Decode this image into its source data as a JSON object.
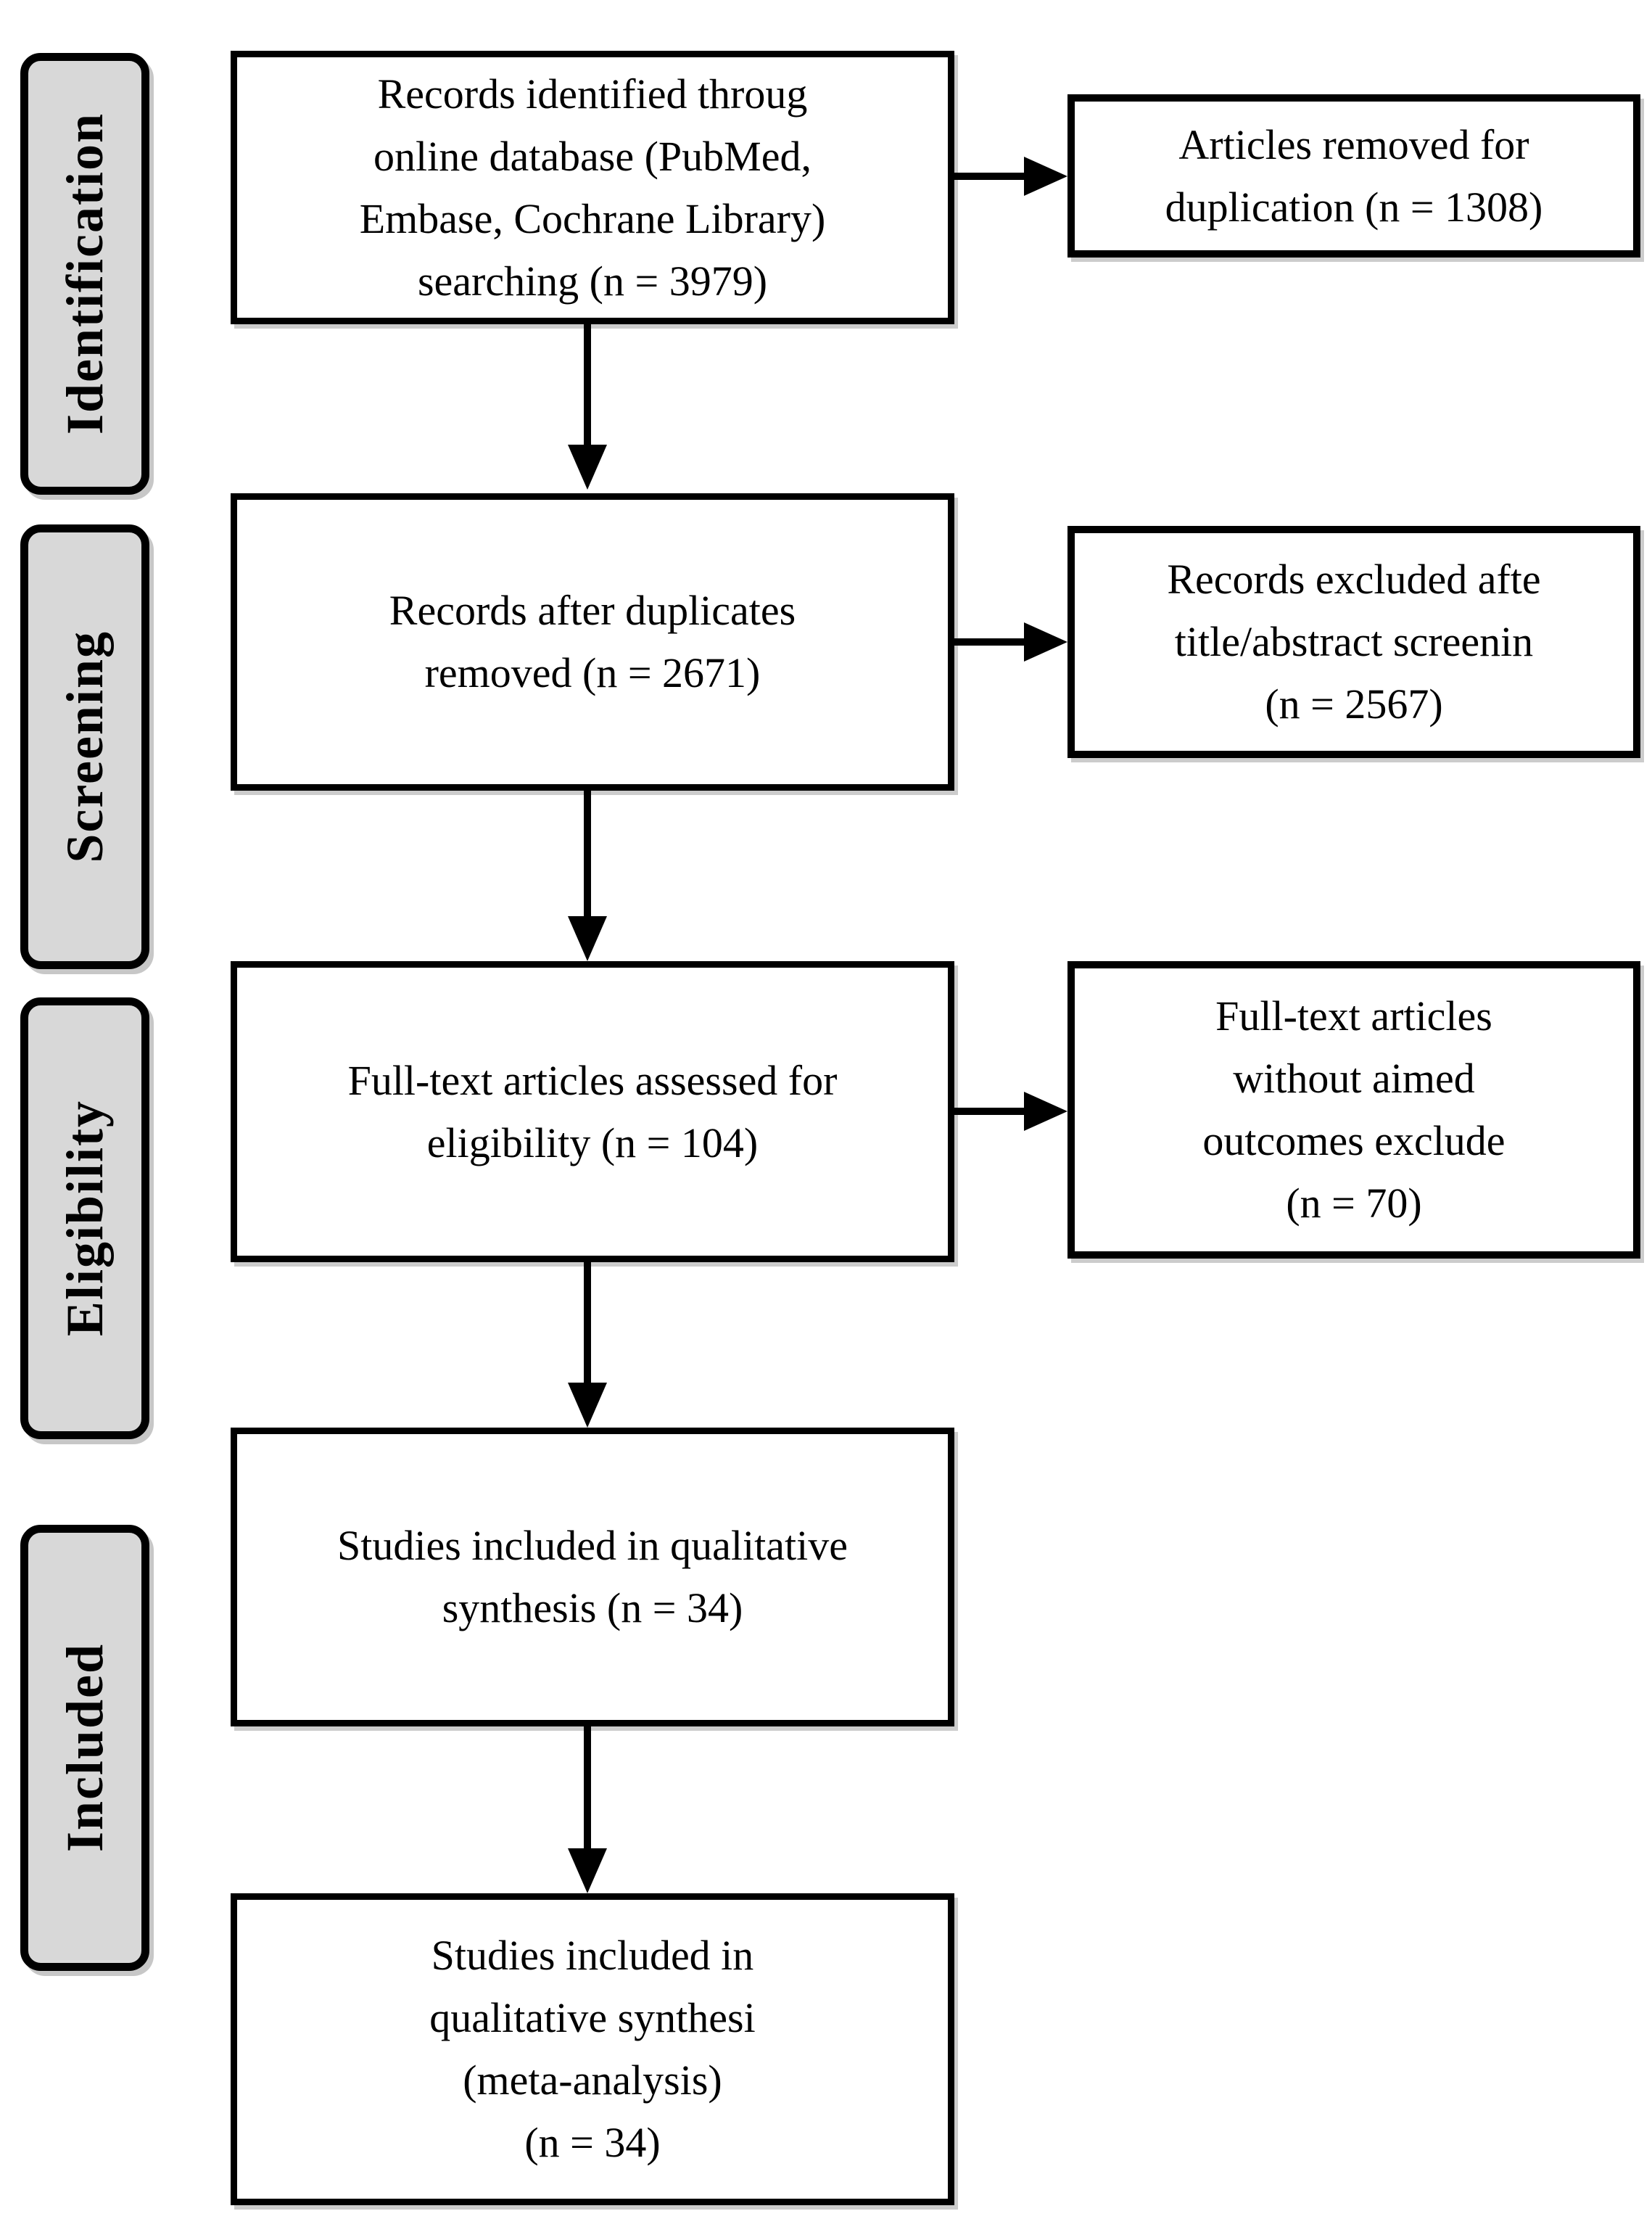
{
  "colors": {
    "stage_fill": "#d8d8d8",
    "box_fill": "#ffffff",
    "line_color": "#000000"
  },
  "stages": [
    {
      "label": "Identification"
    },
    {
      "label": "Screening"
    },
    {
      "label": "Eligibility"
    },
    {
      "label": "Included"
    }
  ],
  "flow_boxes": [
    {
      "lines": [
        "Records identified throug",
        "online database (PubMed,",
        "Embase, Cochrane Library)",
        "searching (n = 3979)"
      ]
    },
    {
      "lines": [
        "Records after duplicates",
        "removed (n = 2671)"
      ]
    },
    {
      "lines": [
        "Full-text articles assessed for",
        "eligibility (n = 104)"
      ]
    },
    {
      "lines": [
        "Studies included in qualitative",
        "synthesis (n = 34)"
      ]
    },
    {
      "lines": [
        "Studies included in",
        "qualitative synthesi",
        "(meta-analysis)",
        "(n = 34)"
      ]
    }
  ],
  "side_boxes": [
    {
      "lines": [
        "Articles removed for",
        "duplication (n = 1308)"
      ]
    },
    {
      "lines": [
        "Records excluded afte",
        "title/abstract screenin",
        "(n = 2567)"
      ]
    },
    {
      "lines": [
        "Full-text articles",
        "without aimed",
        "outcomes exclude",
        "(n = 70)"
      ]
    }
  ]
}
